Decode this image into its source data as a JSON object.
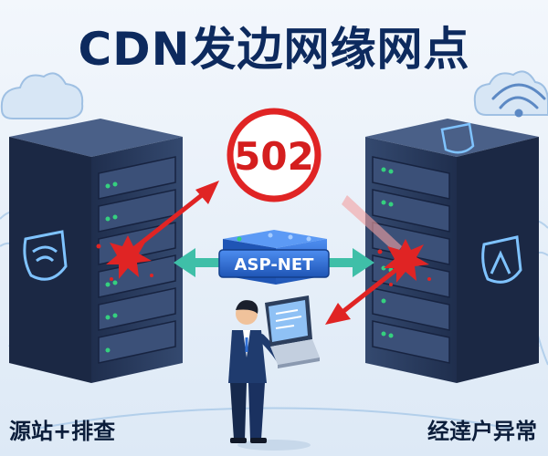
{
  "title": "CDN发边网缘网点",
  "badge": {
    "code": "502"
  },
  "device": {
    "label": "ASP-NET"
  },
  "captions": {
    "left": "源站+排查",
    "right": "经逹户异常"
  },
  "colors": {
    "background": "#e9f1fa",
    "title": "#0d2a5e",
    "server_body": "#2c3f63",
    "server_slot": "#3b5078",
    "alert_red": "#e02424",
    "arrow_teal": "#3fbfa8",
    "device_blue": "#2f6fd6",
    "led_green": "#35d07f"
  },
  "icons": [
    "cloud-icon",
    "wifi-icon",
    "shield-icon",
    "explosion-icon",
    "laptop-icon",
    "person-icon"
  ]
}
